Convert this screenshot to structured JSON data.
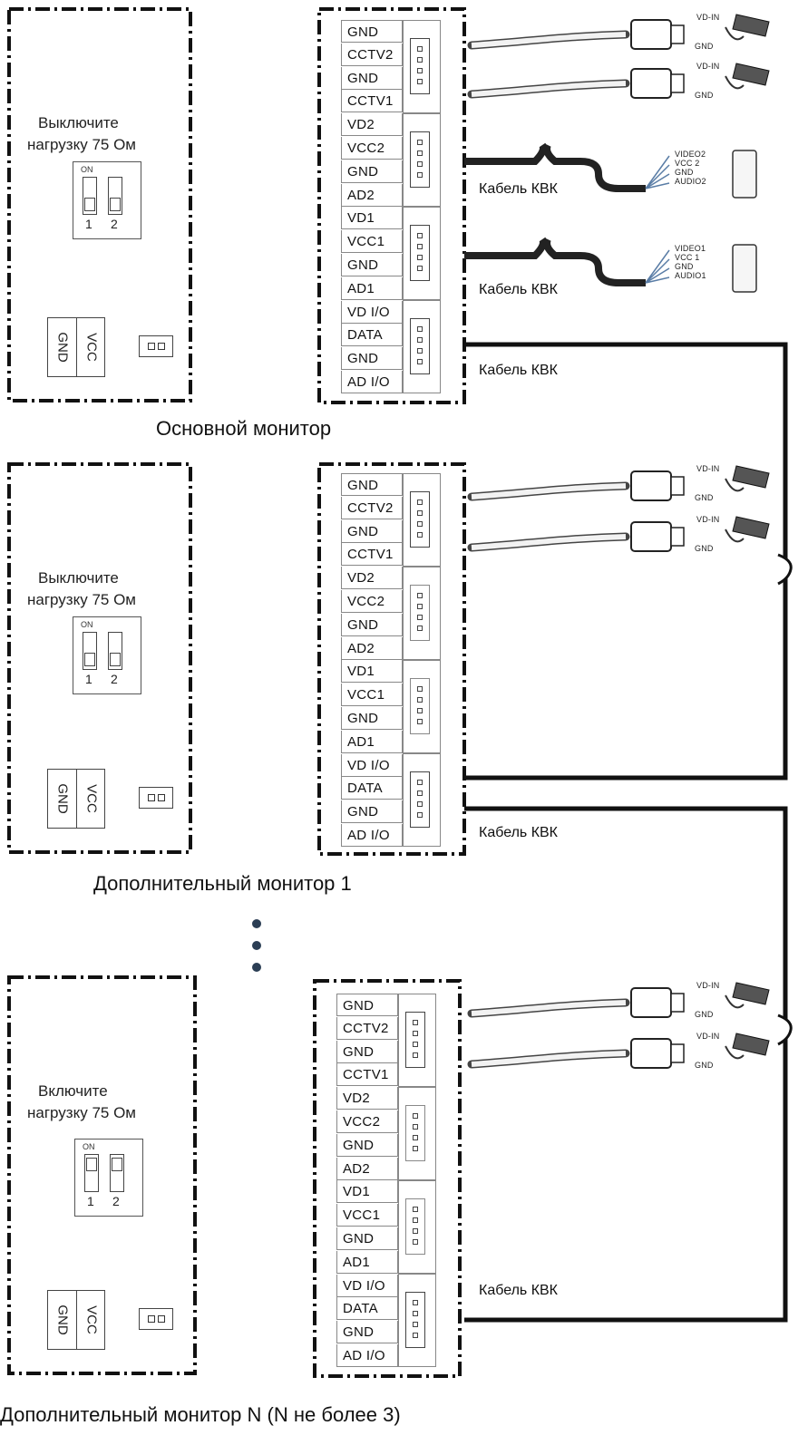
{
  "units": [
    {
      "title": "Основной монитор",
      "note_line1": "Выключите",
      "note_line2": "нагрузку 75 Ом",
      "dip_on": "ON",
      "dip_1": "1",
      "dip_2": "2",
      "gnd": "GND",
      "vcc": "VCC",
      "cable_label_door2": "Кабель КВК",
      "cable_label_door1": "Кабель КВК",
      "cable_label_bus": "Кабель КВК"
    },
    {
      "title": "Дополнительный монитор 1",
      "note_line1": "Выключите",
      "note_line2": "нагрузку 75 Ом",
      "dip_on": "ON",
      "dip_1": "1",
      "dip_2": "2",
      "gnd": "GND",
      "vcc": "VCC",
      "cable_label_bus": "Кабель КВК"
    },
    {
      "title": "Дополнительный монитор N (N не более 3)",
      "note_line1": "Включите",
      "note_line2": "нагрузку 75 Ом",
      "dip_on": "ON",
      "dip_1": "1",
      "dip_2": "2",
      "gnd": "GND",
      "vcc": "VCC",
      "cable_label_bus": "Кабель КВК"
    }
  ],
  "terminals": [
    "GND",
    "CCTV2",
    "GND",
    "CCTV1",
    "VD2",
    "VCC2",
    "GND",
    "AD2",
    "VD1",
    "VCC1",
    "GND",
    "AD1",
    "VD I/O",
    "DATA",
    "GND",
    "AD I/O"
  ],
  "camera": {
    "vd_in": "VD-IN",
    "gnd": "GND"
  },
  "panel2": {
    "video": "VIDEO2",
    "vcc": "VCC 2",
    "gnd": "GND",
    "audio": "AUDIO2"
  },
  "panel1": {
    "video": "VIDEO1",
    "vcc": "VCC 1",
    "gnd": "GND",
    "audio": "AUDIO1"
  },
  "icons": [
    "camera-icon",
    "door-panel-icon",
    "jumper-icon",
    "dip-switch-icon",
    "connector-icon"
  ]
}
